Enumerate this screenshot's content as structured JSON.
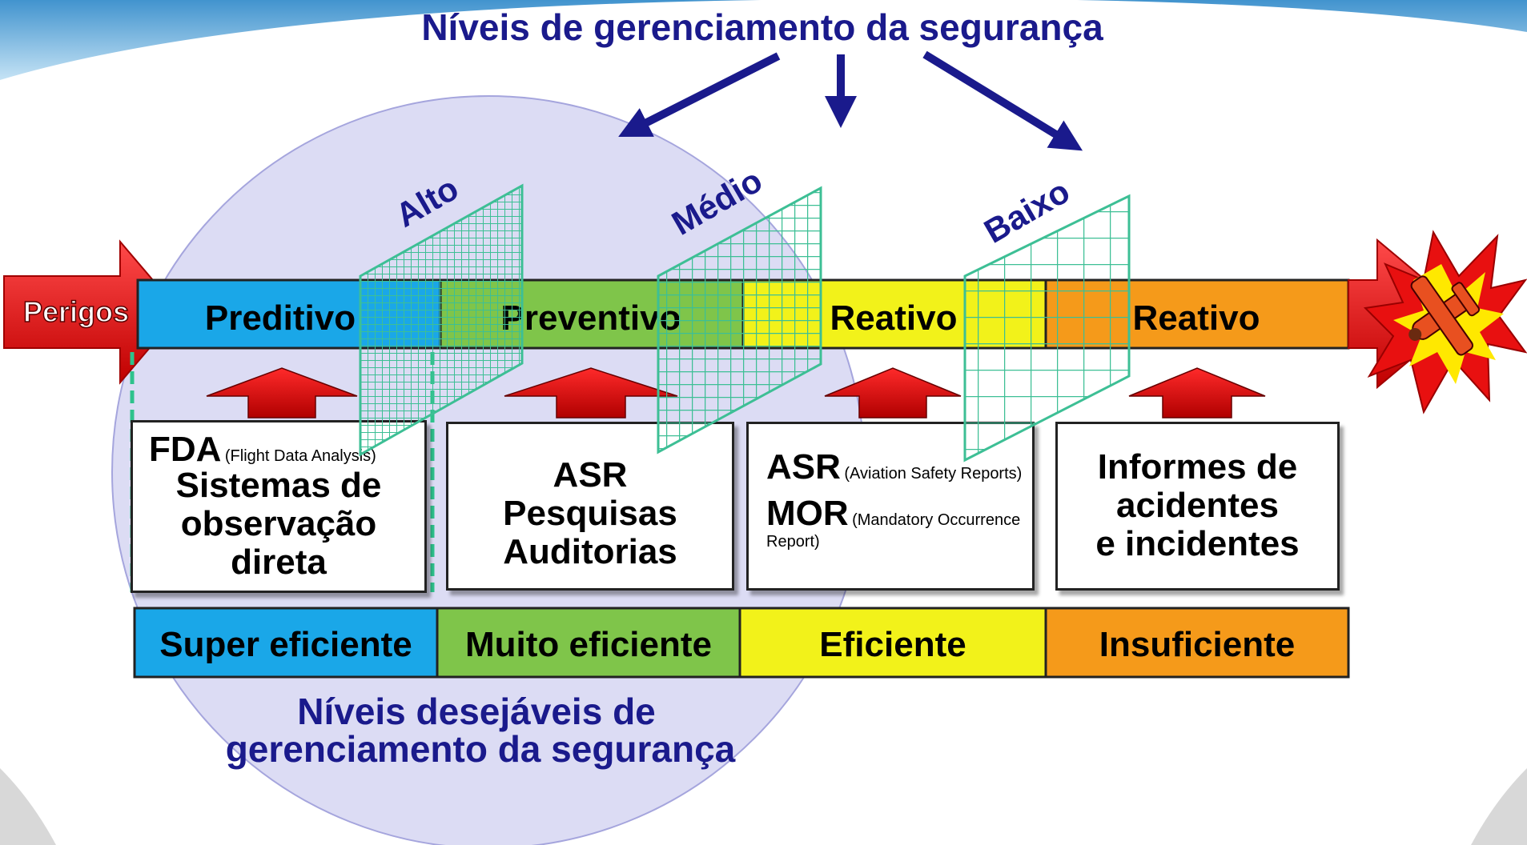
{
  "title": "Níveis de gerenciamento da segurança",
  "levels": [
    "Alto",
    "Médio",
    "Baixo"
  ],
  "hazards_label": "Perigos",
  "categories": [
    {
      "label": "Preditivo",
      "color": "#1aa7e8"
    },
    {
      "label": "Preventivo",
      "color": "#7fc54a"
    },
    {
      "label": "Reativo",
      "color": "#f2f21a"
    },
    {
      "label": "Reativo",
      "color": "#f59a1a"
    }
  ],
  "boxes": {
    "box1": {
      "fda": "FDA",
      "fda_note": "(Flight Data Analysis)",
      "line1": "Sistemas de",
      "line2": "observação",
      "line3": "direta"
    },
    "box2": {
      "line1": "ASR",
      "line2": "Pesquisas",
      "line3": "Auditorias"
    },
    "box3": {
      "asr": "ASR",
      "asr_note": "(Aviation Safety Reports)",
      "mor": "MOR",
      "mor_note": "(Mandatory Occurrence",
      "mor_note2": "Report)"
    },
    "box4": {
      "line1": "Informes de",
      "line2": "acidentes",
      "line3": "e incidentes"
    }
  },
  "efficiency": [
    {
      "label": "Super eficiente",
      "color": "#1aa7e8"
    },
    {
      "label": "Muito eficiente",
      "color": "#7fc54a"
    },
    {
      "label": "Eficiente",
      "color": "#f2f21a"
    },
    {
      "label": "Insuficiente",
      "color": "#f59a1a"
    }
  ],
  "desired_caption": {
    "line1": "Níveis desejáveis de",
    "line2": "gerenciamento da segurança"
  },
  "colors": {
    "navy": "#1a1a8c",
    "grid": "#3dbf95",
    "arrow_red": "#e81010",
    "circle": "#c9c9ee"
  },
  "icons": [
    "explosion-icon",
    "airplane-icon"
  ]
}
